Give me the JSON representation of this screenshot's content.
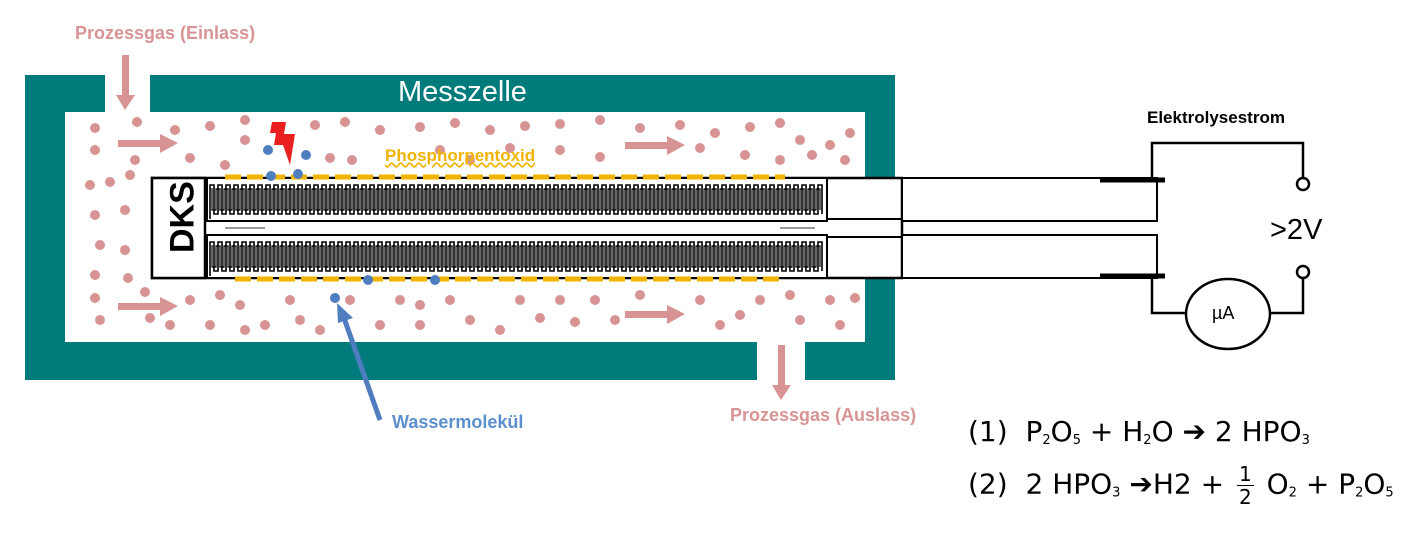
{
  "labels": {
    "inlet": "Prozessgas (Einlass)",
    "outlet": "Prozessgas (Auslass)",
    "cell": "Messzelle",
    "p2o5": "Phosphorpentoxid",
    "water": "Wassermolekül",
    "logo": "DKS",
    "current": "Elektrolysestrom",
    "voltage": ">2V",
    "meter": "µA"
  },
  "equations": {
    "eq1_num": "(1)",
    "eq2_num": "(2)",
    "frac_num": "1",
    "frac_den": "2"
  },
  "colors": {
    "cell_wall": "#007b7b",
    "gas": "#d89494",
    "water": "#4f7ec0",
    "coating": "#f0b400",
    "spark": "#e82020"
  }
}
